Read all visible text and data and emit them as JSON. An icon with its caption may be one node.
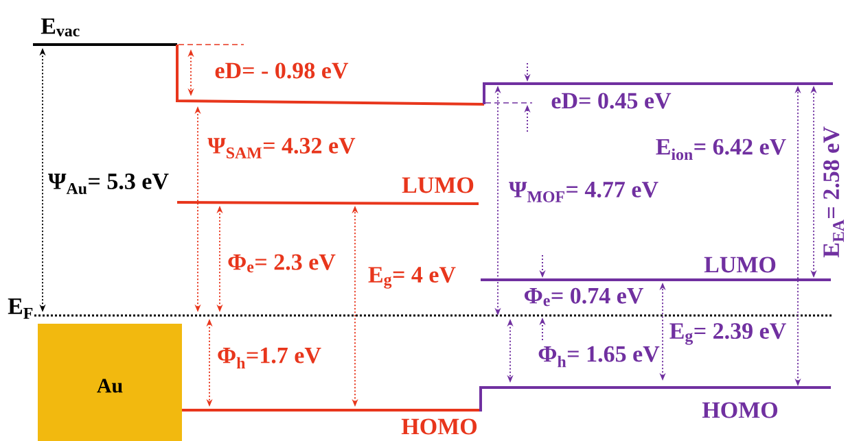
{
  "diagram": {
    "nodes": [
      {
        "text": [
          "Au"
        ]
      }
    ],
    "labels": [
      "E$_{vac}$",
      "eD= - 0.98 eV",
      "Ψ$_{SAM}$= 4.32 eV",
      "Ψ$_{Au}$= 5.3 eV",
      "LUMO",
      "Φ$_{e}$= 2.3 eV",
      "E$_{g}$= 4 eV",
      "E$_{F}$",
      "Φ$_{h}$=1.7 eV",
      "HOMO",
      "eD= 0.45 eV",
      "E$_{ion}$= 6.42 eV",
      "Ψ$_{MOF}$= 4.77 eV",
      "E$_{EA}$= 2.58 eV",
      "LUMO",
      "Φ$_{e}$= 0.74 eV",
      "E$_{g}$= 2.39 eV",
      "Φ$_{h}$= 1.65 eV",
      "HOMO"
    ]
  }
}
